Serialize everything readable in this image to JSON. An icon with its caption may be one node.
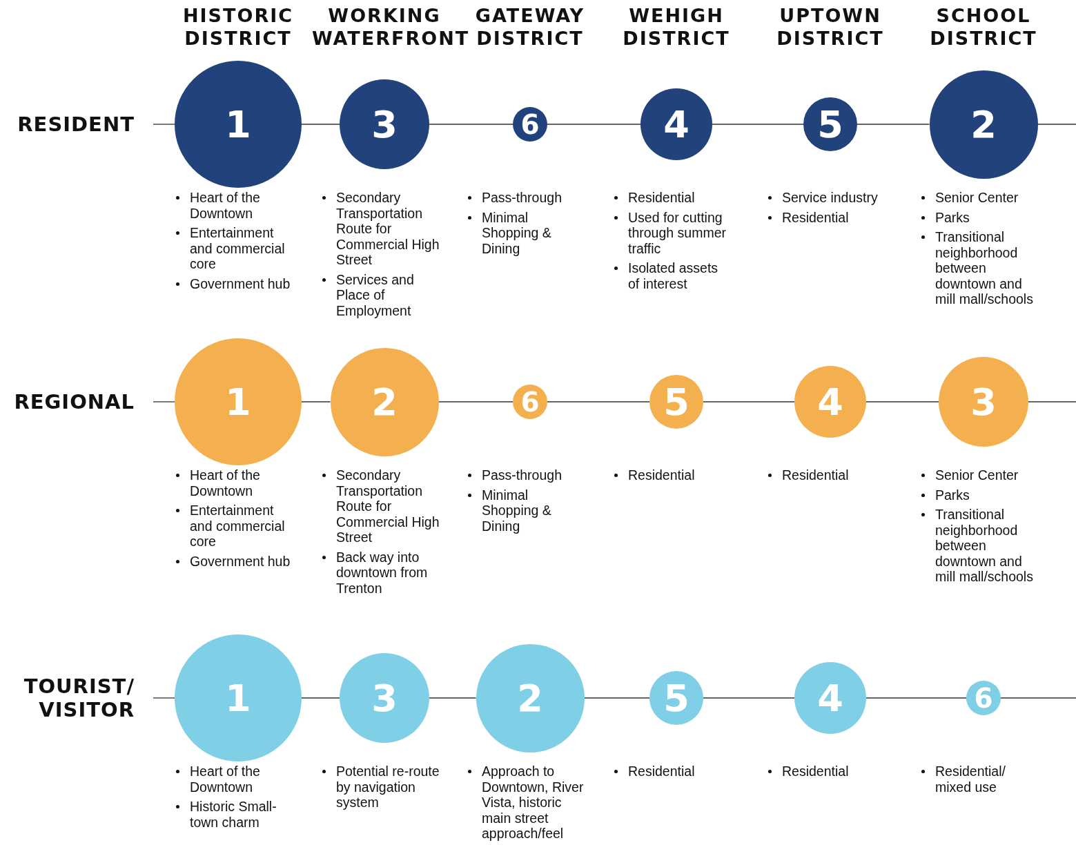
{
  "diagram": {
    "nodes": [
      {
        "text": [
          "1"
        ],
        "beside": [
          "Heart of the Downtown",
          "Entertainment and commercial core",
          "Government hub"
        ]
      },
      {
        "text": [
          "3"
        ],
        "beside": [
          "Secondary Transportation Route for Commercial High Street",
          "Services and Place of Employment"
        ]
      },
      {
        "text": [
          "6"
        ],
        "beside": [
          "Pass-through",
          "Minimal Shopping & Dining"
        ]
      },
      {
        "text": [
          "4"
        ],
        "beside": [
          "Residential",
          "Used for cutting through summer traffic",
          "Isolated assets of interest"
        ]
      },
      {
        "text": [
          "5"
        ],
        "beside": [
          "Service industry",
          "Residential"
        ]
      },
      {
        "text": [
          "2"
        ],
        "beside": [
          "Senior Center",
          "Parks",
          "Transitional neighborhood between downtown and mill mall/schools"
        ]
      },
      {
        "text": [
          "1"
        ],
        "beside": [
          "Heart of the Downtown",
          "Entertainment and commercial core",
          "Government hub"
        ]
      },
      {
        "text": [
          "2"
        ],
        "beside": [
          "Secondary Transportation Route for Commercial High Street",
          "Back way into downtown from Trenton"
        ]
      },
      {
        "text": [
          "6"
        ],
        "beside": [
          "Pass-through",
          "Minimal Shopping & Dining"
        ]
      },
      {
        "text": [
          "5"
        ],
        "beside": [
          "Residential"
        ]
      },
      {
        "text": [
          "4"
        ],
        "beside": [
          "Residential"
        ]
      },
      {
        "text": [
          "3"
        ],
        "beside": [
          "Senior Center",
          "Parks",
          "Transitional neighborhood between downtown and mill mall/schools"
        ]
      },
      {
        "text": [
          "1"
        ],
        "beside": [
          "Heart of the Downtown",
          "Historic Small-town charm"
        ]
      },
      {
        "text": [
          "3"
        ],
        "beside": [
          "Potential re-route by navigation system"
        ]
      },
      {
        "text": [
          "2"
        ],
        "beside": [
          "Approach to Downtown, River Vista, historic main street approach/feel"
        ]
      },
      {
        "text": [
          "5"
        ],
        "beside": [
          "Residential"
        ]
      },
      {
        "text": [
          "4"
        ],
        "beside": [
          "Residential"
        ]
      },
      {
        "text": [
          "6"
        ],
        "beside": [
          "Residential/ mixed use"
        ]
      }
    ],
    "edges": [
      {
        "from": null,
        "to": 0,
        "arrow": "none"
      },
      {
        "from": 0,
        "to": 1,
        "arrow": "none"
      },
      {
        "from": 1,
        "to": 2,
        "arrow": "none"
      },
      {
        "from": 2,
        "to": 3,
        "arrow": "none"
      },
      {
        "from": 3,
        "to": 4,
        "arrow": "none"
      },
      {
        "from": 4,
        "to": 5,
        "arrow": "none"
      },
      {
        "from": 5,
        "to": null,
        "arrow": "none"
      },
      {
        "from": null,
        "to": 6,
        "arrow": "none"
      },
      {
        "from": 6,
        "to": 7,
        "arrow": "none"
      },
      {
        "from": 7,
        "to": 8,
        "arrow": "none"
      },
      {
        "from": 8,
        "to": 9,
        "arrow": "none"
      },
      {
        "from": 9,
        "to": 10,
        "arrow": "none"
      },
      {
        "from": 10,
        "to": 11,
        "arrow": "none"
      },
      {
        "from": 11,
        "to": null,
        "arrow": "none"
      },
      {
        "from": null,
        "to": 12,
        "arrow": "none"
      },
      {
        "from": 12,
        "to": 13,
        "arrow": "none"
      },
      {
        "from": 13,
        "to": 14,
        "arrow": "none"
      },
      {
        "from": 14,
        "to": 15,
        "arrow": "none"
      },
      {
        "from": 15,
        "to": 16,
        "arrow": "none"
      },
      {
        "from": 16,
        "to": 17,
        "arrow": "none"
      },
      {
        "from": 17,
        "to": null,
        "arrow": "none"
      }
    ],
    "labels": [
      "HISTORIC DISTRICT",
      "WORKING WATERFRONT",
      "GATEWAY DISTRICT",
      "WEHIGH DISTRICT",
      "UPTOWN DISTRICT",
      "SCHOOL DISTRICT",
      "RESIDENT",
      "REGIONAL",
      "TOURIST/ VISITOR"
    ]
  }
}
